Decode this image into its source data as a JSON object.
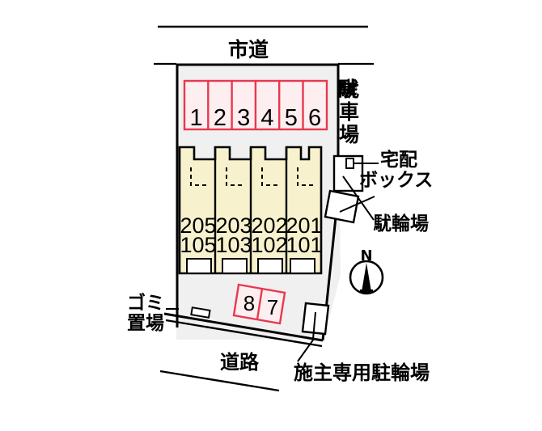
{
  "diagram": {
    "type": "property-site-plan",
    "title_visible": false,
    "colors": {
      "site_fill": "#f0f0f0",
      "building_fill": "#f7f2cd",
      "building_stroke": "#000000",
      "parking_fill": "#fdeef0",
      "parking_stroke": "#e8384f",
      "line": "#000000",
      "background": "#ffffff"
    }
  },
  "roads": {
    "top": {
      "label": "市道"
    },
    "bottom": {
      "label": "道路"
    }
  },
  "areas": {
    "parking_lot": {
      "label": "駐車場",
      "orientation": "vertical"
    },
    "delivery_box": {
      "label": "宅配ボックス"
    },
    "bicycle_parking": {
      "label": "駐輪場"
    },
    "owner_bicycle_parking": {
      "label": "施主専用駐輪場"
    },
    "garbage_area": {
      "label": "ゴミ置場",
      "line1": "ゴミ",
      "line2": "置場"
    }
  },
  "parking_stalls": {
    "top_row": [
      "1",
      "2",
      "3",
      "4",
      "5",
      "6"
    ],
    "bottom_row": [
      "8",
      "7"
    ]
  },
  "building": {
    "units": [
      {
        "upper": "205",
        "lower": "105"
      },
      {
        "upper": "203",
        "lower": "103"
      },
      {
        "upper": "202",
        "lower": "102"
      },
      {
        "upper": "201",
        "lower": "101"
      }
    ]
  },
  "compass": {
    "label": "N",
    "icon": "compass-north-icon"
  }
}
